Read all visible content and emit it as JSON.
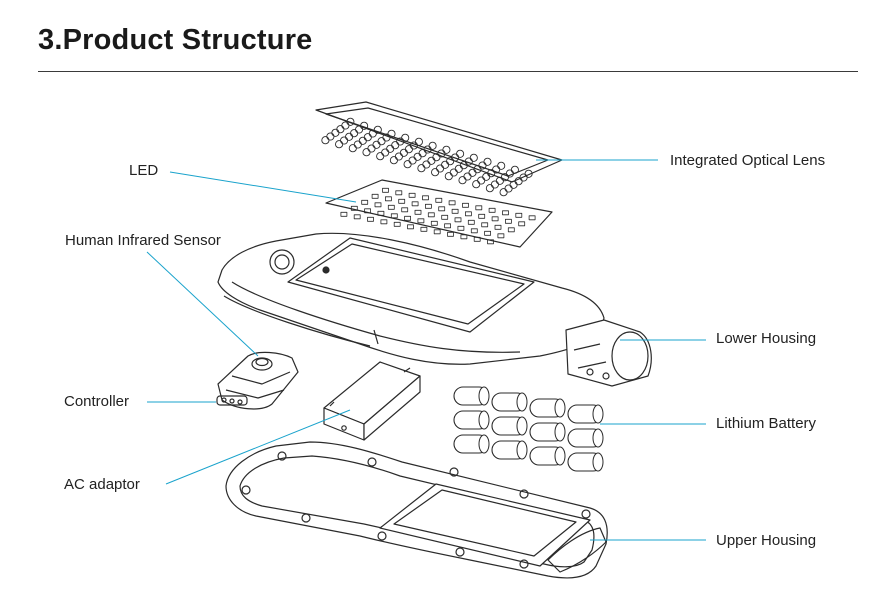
{
  "header": {
    "title": "3.Product Structure"
  },
  "diagram": {
    "leader_color": "#1aa3cc",
    "line_color": "#2b2b2b",
    "components": [
      {
        "key": "led",
        "label": "LED"
      },
      {
        "key": "optical_lens",
        "label": "Integrated Optical Lens"
      },
      {
        "key": "infrared_sensor",
        "label": "Human Infrared Sensor"
      },
      {
        "key": "lower_housing",
        "label": "Lower Housing"
      },
      {
        "key": "controller",
        "label": "Controller"
      },
      {
        "key": "lithium_battery",
        "label": "Lithium Battery"
      },
      {
        "key": "ac_adaptor",
        "label": "AC adaptor"
      },
      {
        "key": "upper_housing",
        "label": "Upper Housing"
      }
    ]
  }
}
